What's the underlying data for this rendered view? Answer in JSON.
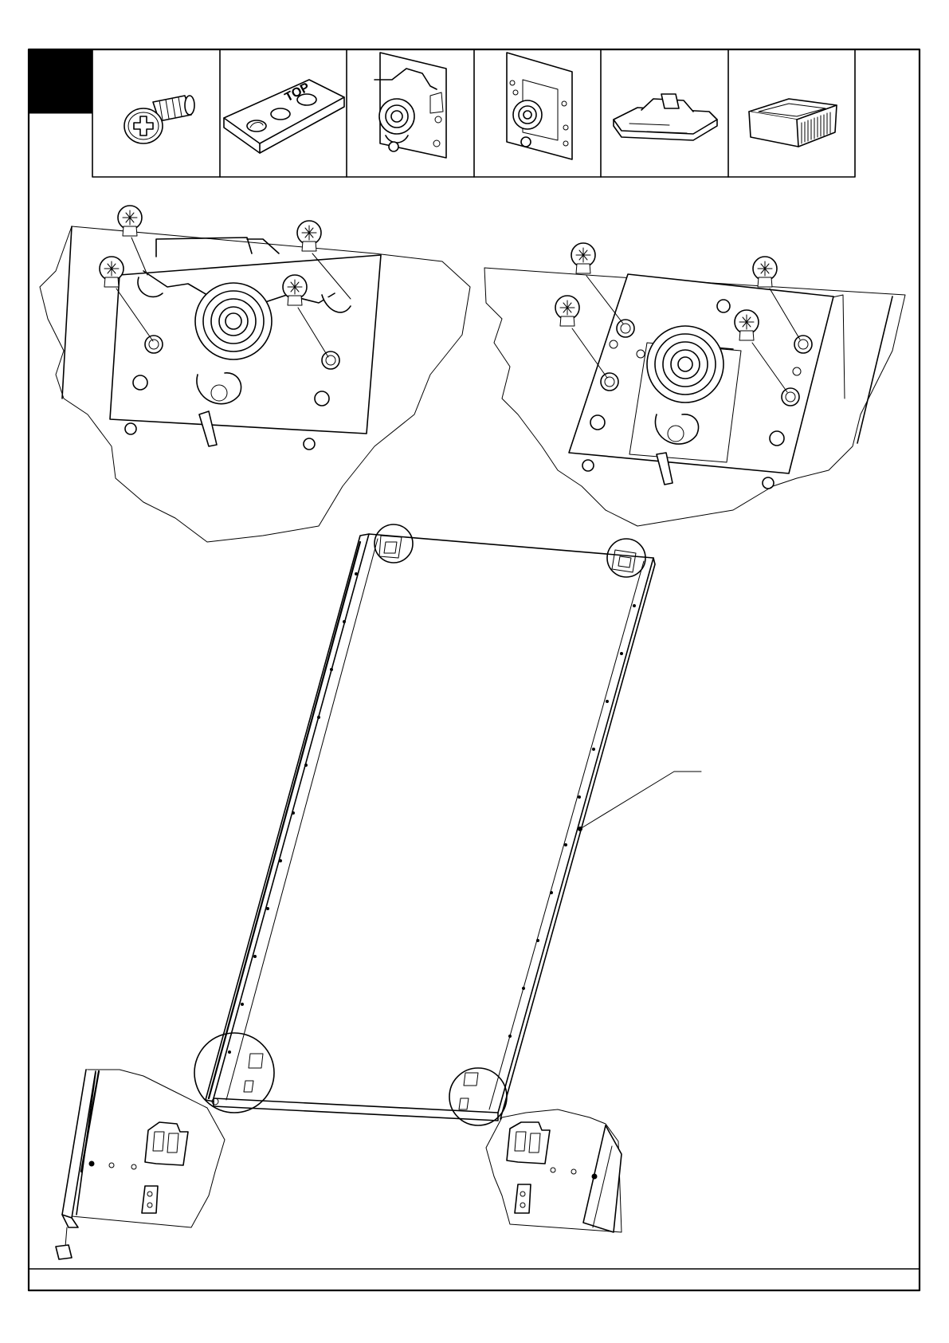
{
  "page": {
    "step_number": "",
    "footer_text": "",
    "step_badge_color": "#000000",
    "line_color": "#000000",
    "background_color": "#ffffff"
  },
  "parts_strip": {
    "parts": [
      {
        "name": "screw-icon"
      },
      {
        "name": "top-plate-icon",
        "marking": "TOP"
      },
      {
        "name": "top-roller-bracket-icon"
      },
      {
        "name": "bottom-roller-bracket-icon"
      },
      {
        "name": "bottom-guide-icon"
      },
      {
        "name": "end-cap-icon"
      }
    ]
  },
  "details": {
    "top_left_detail": {
      "screw_count": 4
    },
    "top_right_detail": {
      "screw_count": 4
    }
  }
}
